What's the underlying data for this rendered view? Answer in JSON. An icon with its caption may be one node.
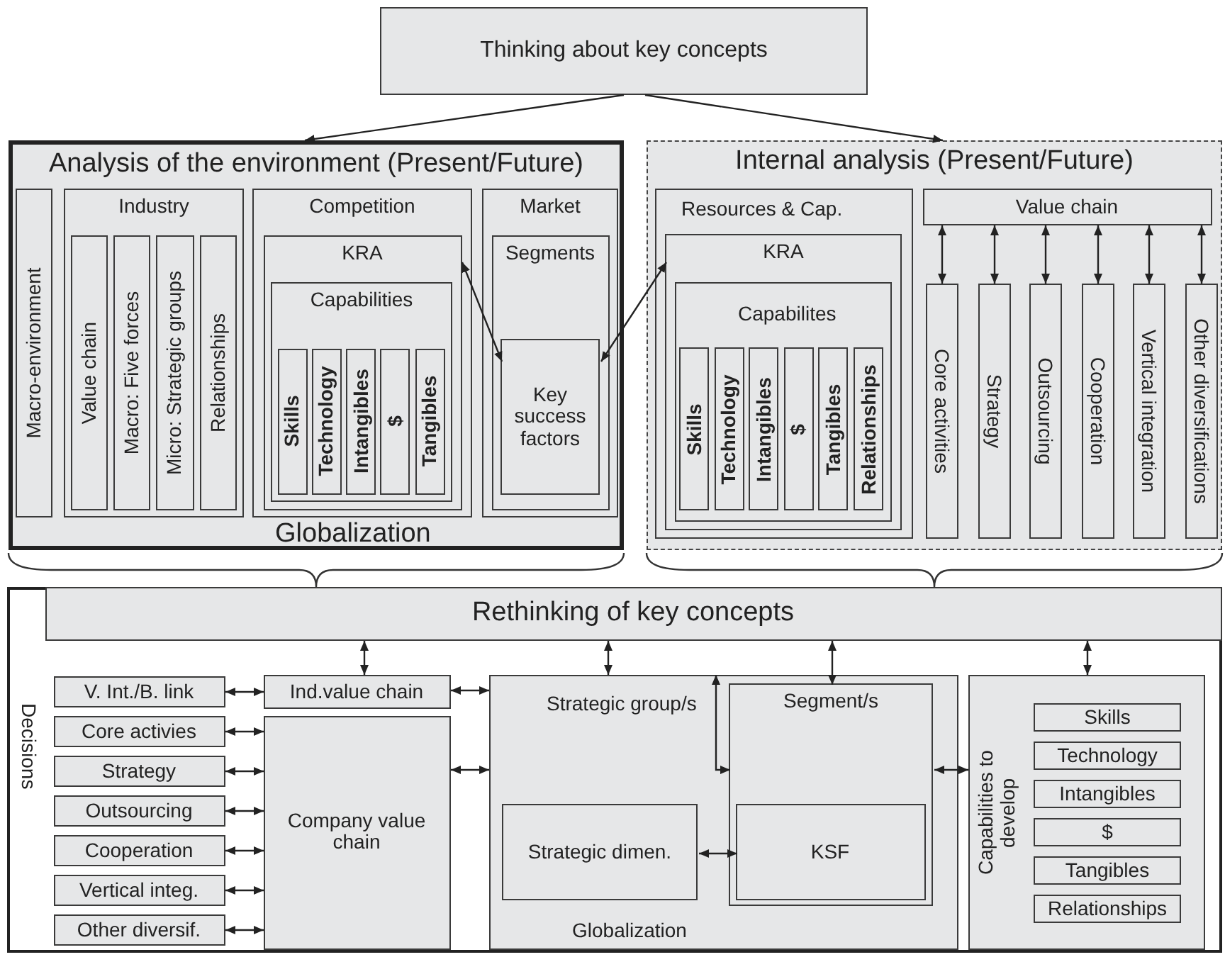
{
  "diagram": {
    "nodes": [
      {
        "text": [
          "Thinking about key concepts"
        ]
      },
      {
        "text": [
          "Analysis of the environment (Present/Future)",
          "Globalization"
        ]
      },
      {
        "text": [
          "Macro-environment"
        ],
        "in": 1
      },
      {
        "text": [
          "Industry"
        ],
        "in": 1
      },
      {
        "text": [
          "Value chain"
        ],
        "in": 3
      },
      {
        "text": [
          "Macro: Five forces"
        ],
        "in": 3
      },
      {
        "text": [
          "Micro: Strategic groups"
        ],
        "in": 3
      },
      {
        "text": [
          "Relationships"
        ],
        "in": 3
      },
      {
        "text": [
          "Competition"
        ],
        "in": 1
      },
      {
        "text": [
          "KRA"
        ],
        "in": 8
      },
      {
        "text": [
          "Capabilities"
        ],
        "in": 9
      },
      {
        "text": [
          "Skills"
        ],
        "in": 10
      },
      {
        "text": [
          "Technology"
        ],
        "in": 10
      },
      {
        "text": [
          "Intangibles"
        ],
        "in": 10
      },
      {
        "text": [
          "$"
        ],
        "in": 10
      },
      {
        "text": [
          "Tangibles"
        ],
        "in": 10
      },
      {
        "text": [
          "Market"
        ],
        "in": 1
      },
      {
        "text": [
          "Segments"
        ],
        "in": 16
      },
      {
        "text": [
          "Key success factors"
        ],
        "in": 17
      },
      {
        "text": [
          "Internal analysis (Present/Future)"
        ]
      },
      {
        "text": [
          "Resources & Cap."
        ],
        "in": 19
      },
      {
        "text": [
          "KRA"
        ],
        "in": 20
      },
      {
        "text": [
          "Capabilites"
        ],
        "in": 21
      },
      {
        "text": [
          "Skills"
        ],
        "in": 22
      },
      {
        "text": [
          "Technology"
        ],
        "in": 22
      },
      {
        "text": [
          "Intangibles"
        ],
        "in": 22
      },
      {
        "text": [
          "$"
        ],
        "in": 22
      },
      {
        "text": [
          "Tangibles"
        ],
        "in": 22
      },
      {
        "text": [
          "Relationships"
        ],
        "in": 22
      },
      {
        "text": [
          "Value chain"
        ],
        "in": 19
      },
      {
        "text": [
          "Core activities"
        ],
        "in": 19
      },
      {
        "text": [
          "Strategy"
        ],
        "in": 19
      },
      {
        "text": [
          "Outsourcing"
        ],
        "in": 19
      },
      {
        "text": [
          "Cooperation"
        ],
        "in": 19
      },
      {
        "text": [
          "Vertical integration"
        ],
        "in": 19
      },
      {
        "text": [
          "Other diversifications"
        ],
        "in": 19
      },
      {
        "text": [
          "Decisions"
        ]
      },
      {
        "text": [
          "Rethinking of key concepts"
        ],
        "in": 36
      },
      {
        "text": [
          "V. Int./B. link"
        ],
        "in": 36
      },
      {
        "text": [
          "Core activies"
        ],
        "in": 36
      },
      {
        "text": [
          "Strategy"
        ],
        "in": 36
      },
      {
        "text": [
          "Outsourcing"
        ],
        "in": 36
      },
      {
        "text": [
          "Cooperation"
        ],
        "in": 36
      },
      {
        "text": [
          "Vertical integ."
        ],
        "in": 36
      },
      {
        "text": [
          "Other diversif."
        ],
        "in": 36
      },
      {
        "text": [
          "Ind.value chain"
        ],
        "in": 36
      },
      {
        "text": [
          "Company value chain"
        ],
        "in": 36
      },
      {
        "text": [
          "Strategic group/s",
          "Globalization"
        ],
        "in": 36
      },
      {
        "text": [
          "Segment/s"
        ],
        "in": 47
      },
      {
        "text": [
          "KSF"
        ],
        "in": 48
      },
      {
        "text": [
          "Strategic dimen."
        ],
        "in": 47
      },
      {
        "text": [
          "Capabilities to develop"
        ],
        "in": 36
      },
      {
        "text": [
          "Skills"
        ],
        "in": 51
      },
      {
        "text": [
          "Technology"
        ],
        "in": 51
      },
      {
        "text": [
          "Intangibles"
        ],
        "in": 51
      },
      {
        "text": [
          "$"
        ],
        "in": 51
      },
      {
        "text": [
          "Tangibles"
        ],
        "in": 51
      },
      {
        "text": [
          "Relationships"
        ],
        "in": 51
      }
    ],
    "edges": [
      {
        "from": 0,
        "to": 1,
        "arrow": "to"
      },
      {
        "from": 0,
        "to": 19,
        "arrow": "to"
      },
      {
        "from": 9,
        "to": 18,
        "arrow": "both"
      },
      {
        "from": 18,
        "to": 21,
        "arrow": "both"
      },
      {
        "from": 29,
        "to": 30,
        "arrow": "both"
      },
      {
        "from": 29,
        "to": 31,
        "arrow": "both"
      },
      {
        "from": 29,
        "to": 32,
        "arrow": "both"
      },
      {
        "from": 29,
        "to": 33,
        "arrow": "both"
      },
      {
        "from": 29,
        "to": 34,
        "arrow": "both"
      },
      {
        "from": 29,
        "to": 35,
        "arrow": "both"
      },
      {
        "from": 37,
        "to": 45,
        "arrow": "both"
      },
      {
        "from": 37,
        "to": 47,
        "arrow": "both"
      },
      {
        "from": 37,
        "to": 48,
        "arrow": "both"
      },
      {
        "from": 37,
        "to": 51,
        "arrow": "both"
      },
      {
        "from": 38,
        "to": 45,
        "arrow": "both"
      },
      {
        "from": 39,
        "to": 46,
        "arrow": "both"
      },
      {
        "from": 40,
        "to": 46,
        "arrow": "both"
      },
      {
        "from": 41,
        "to": 46,
        "arrow": "both"
      },
      {
        "from": 42,
        "to": 46,
        "arrow": "both"
      },
      {
        "from": 43,
        "to": 46,
        "arrow": "both"
      },
      {
        "from": 44,
        "to": 46,
        "arrow": "both"
      },
      {
        "from": 45,
        "to": 47,
        "arrow": "both"
      },
      {
        "from": 46,
        "to": 47,
        "arrow": "both"
      },
      {
        "from": 47,
        "to": 48,
        "arrow": "both"
      },
      {
        "from": 48,
        "to": 51,
        "arrow": "both"
      },
      {
        "from": 50,
        "to": 49,
        "arrow": "both"
      }
    ]
  }
}
